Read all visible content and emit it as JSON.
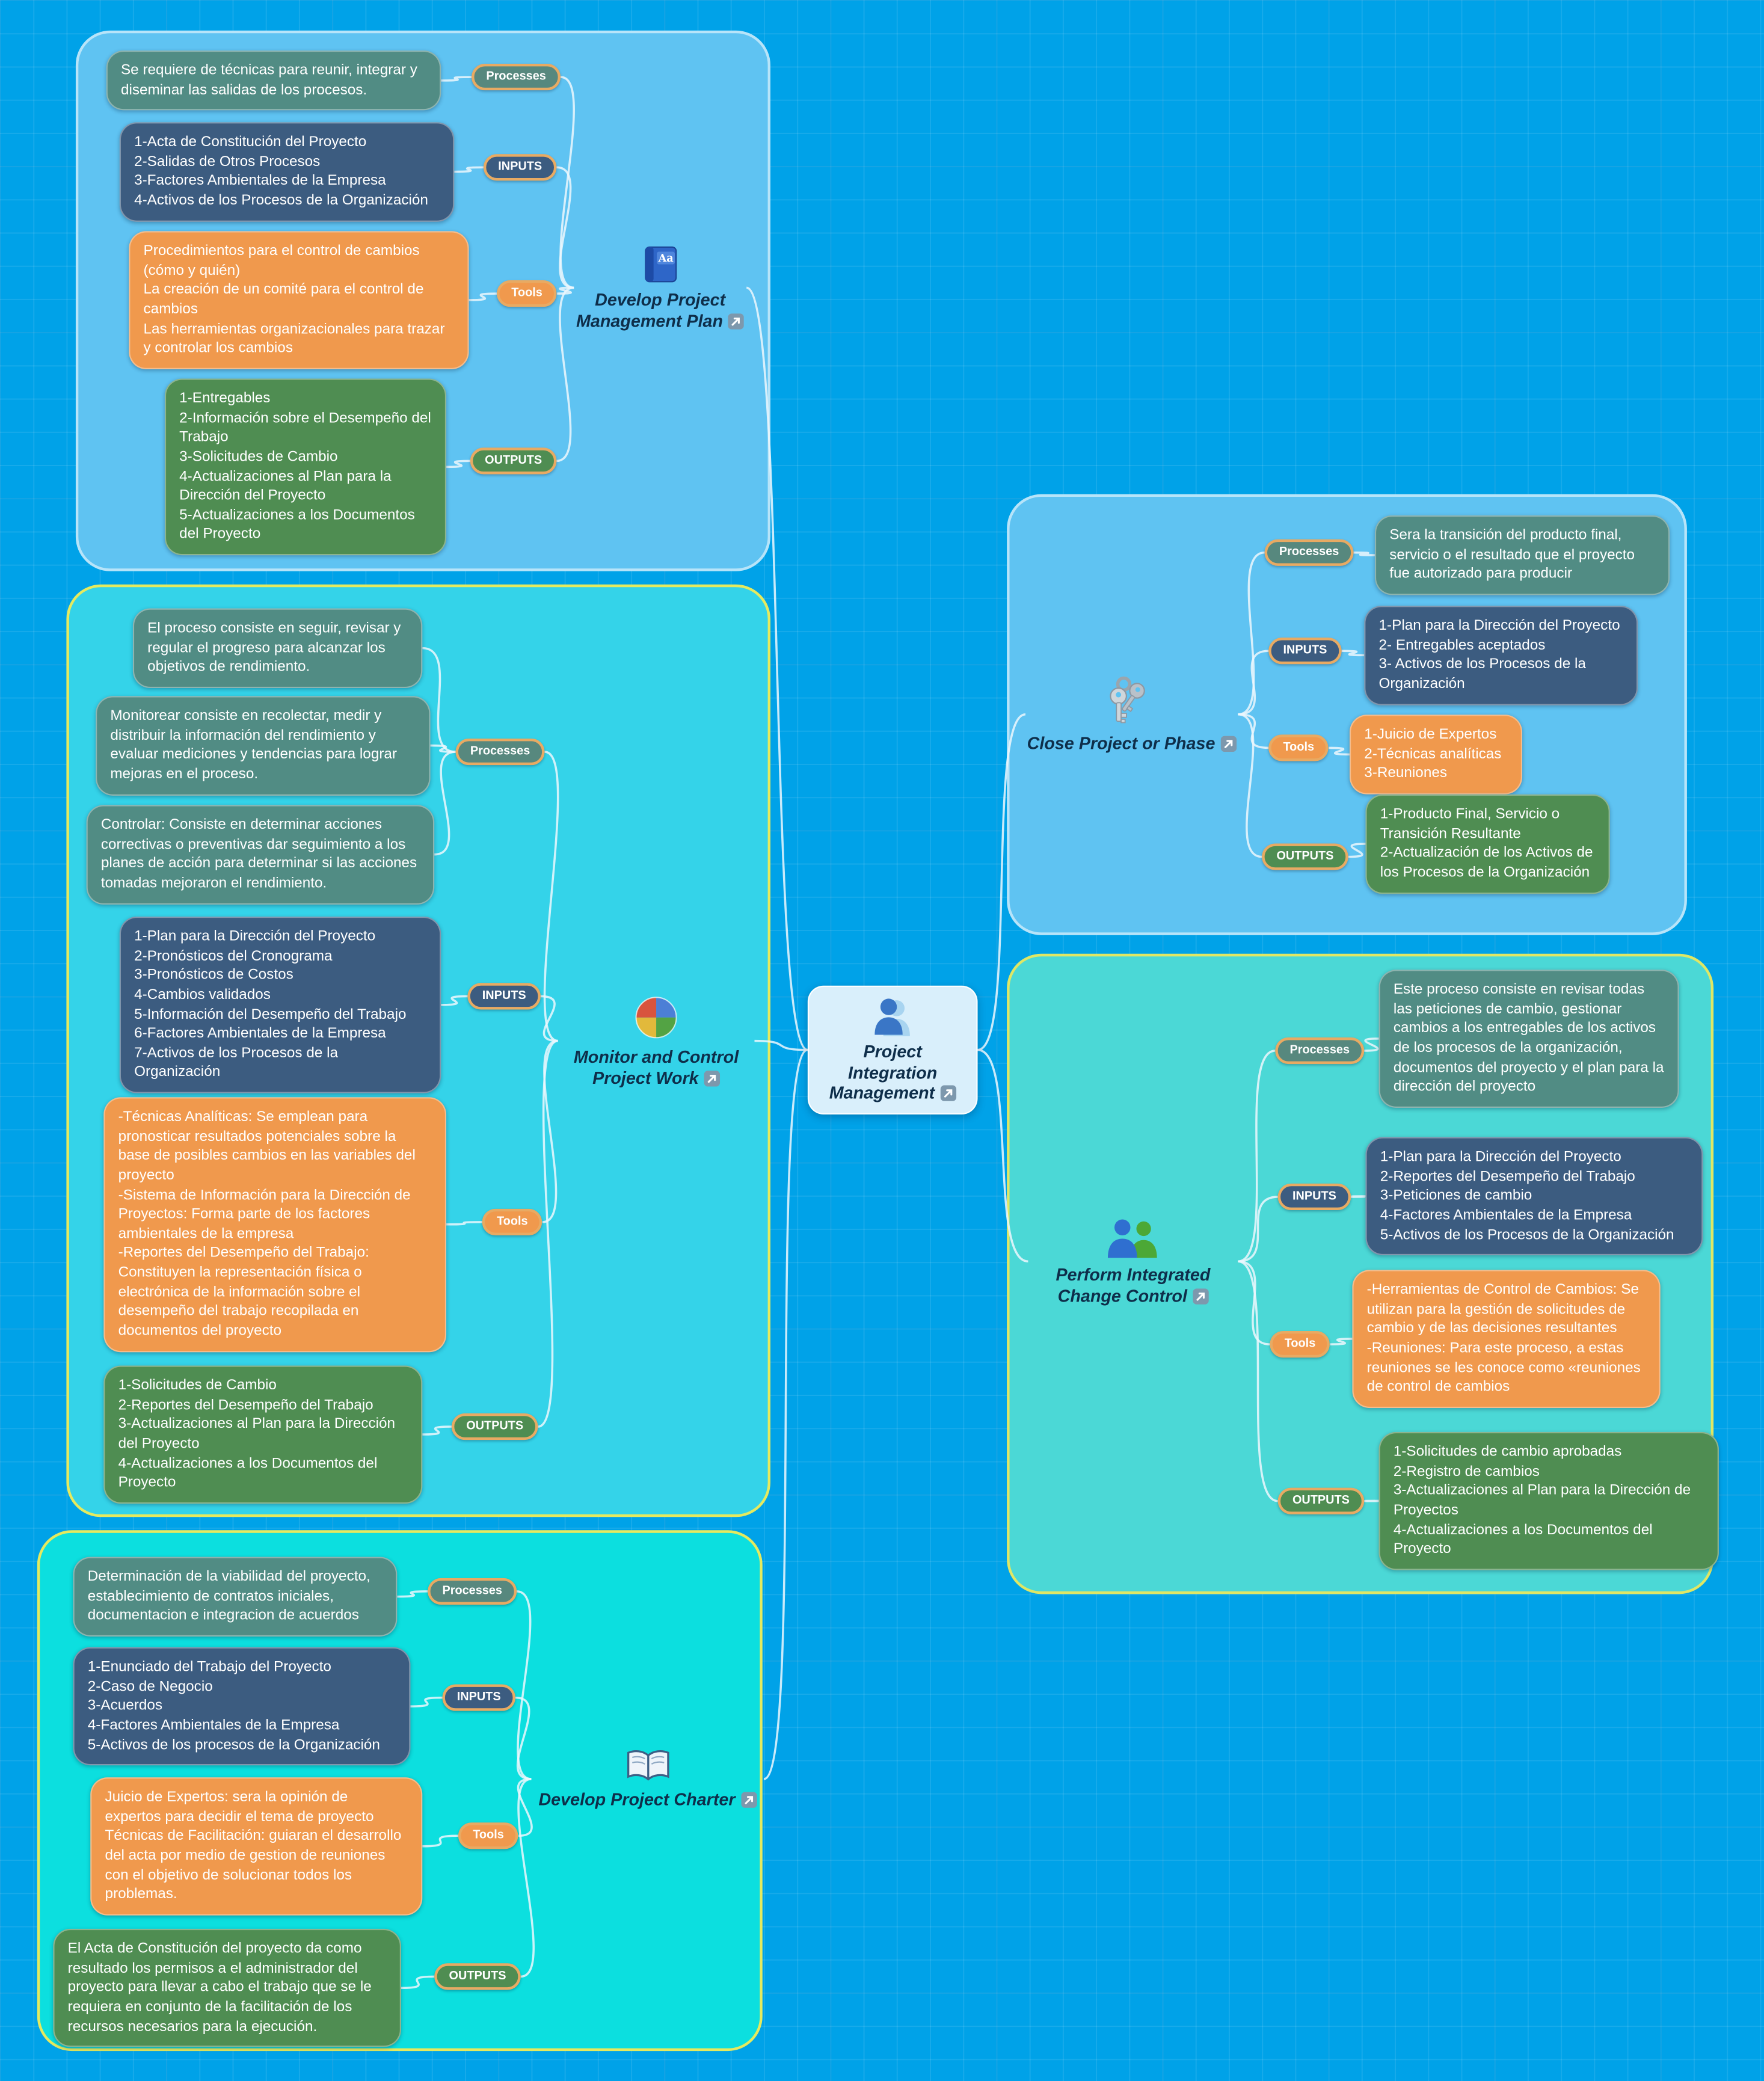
{
  "center": {
    "label": "Project Integration Management"
  },
  "pills": {
    "processes": "Processes",
    "inputs": "INPUTS",
    "tools": "Tools",
    "outputs": "OUTPUTS"
  },
  "branches": {
    "dpmp": {
      "label": "Develop Project Management Plan",
      "processes": "Se requiere de técnicas para reunir, integrar y diseminar las salidas de los procesos.",
      "inputs": "1-Acta de Constitución del Proyecto\n2-Salidas de Otros Procesos\n3-Factores Ambientales de la Empresa\n4-Activos de los Procesos de la Organización",
      "tools": "Procedimientos para el control de cambios (cómo y quién)\nLa creación de un comité para el control de cambios\nLas herramientas organizacionales para trazar y controlar los cambios",
      "outputs": "1-Entregables\n2-Información sobre el Desempeño del Trabajo\n3-Solicitudes de Cambio\n4-Actualizaciones al Plan para la Dirección del Proyecto\n5-Actualizaciones a los Documentos del Proyecto"
    },
    "mcpw": {
      "label": "Monitor and Control Project Work",
      "processes1": "El proceso consiste en seguir, revisar y regular el progreso para alcanzar los objetivos de rendimiento.",
      "processes2": "Monitorear consiste en recolectar, medir y distribuir la información del rendimiento y evaluar mediciones y tendencias para lograr mejoras en el proceso.",
      "processes3": "Controlar: Consiste en  determinar acciones correctivas o preventivas dar seguimiento a los planes de acción para determinar si las acciones tomadas mejoraron el rendimiento.",
      "inputs": "1-Plan para la Dirección del Proyecto\n2-Pronósticos del Cronograma\n3-Pronósticos de Costos\n4-Cambios validados\n5-Información del Desempeño del Trabajo\n6-Factores Ambientales de la Empresa\n7-Activos de los Procesos de la Organización",
      "tools": "-Técnicas Analíticas: Se emplean para pronosticar resultados potenciales sobre la base de posibles  cambios en las variables del proyecto\n-Sistema de Información para la Dirección de Proyectos: Forma parte de los factores ambientales de la empresa\n-Reportes del Desempeño del Trabajo: Constituyen la representación física o electrónica de la información sobre el desempeño del trabajo recopilada en documentos del proyecto",
      "outputs": "1-Solicitudes de Cambio\n2-Reportes del Desempeño del Trabajo\n3-Actualizaciones al Plan para la Dirección del Proyecto\n4-Actualizaciones a los Documentos del Proyecto"
    },
    "dpc": {
      "label": "Develop Project Charter",
      "processes": "Determinación de la viabilidad del proyecto, establecimiento de contratos iniciales, documentacion e integracion de acuerdos",
      "inputs": "1-Enunciado del Trabajo del Proyecto\n2-Caso de Negocio\n3-Acuerdos\n4-Factores Ambientales de la Empresa\n5-Activos de los procesos de la Organización",
      "tools": "Juicio de Expertos: sera la opinión de expertos para decidir el tema de proyecto\nTécnicas de Facilitación: guiaran el desarrollo del acta por medio de gestion de reuniones con el objetivo de solucionar todos los problemas.",
      "outputs": "El Acta de  Constitución del proyecto da como resultado los permisos a el administrador del proyecto para llevar a cabo el trabajo que se le requiera en conjunto de la facilitación de los recursos necesarios para la ejecución."
    },
    "cpp": {
      "label": "Close Project or Phase",
      "processes": "Sera la transición del producto final, servicio o el resultado  que el proyecto fue autorizado para producir",
      "inputs": "1-Plan para la Dirección del Proyecto\n2- Entregables aceptados\n3- Activos de los Procesos de la Organización",
      "tools": "1-Juicio de Expertos\n2-Técnicas analíticas\n3-Reuniones",
      "outputs": "1-Producto Final, Servicio o Transición Resultante\n2-Actualización de los Activos de los Procesos de la Organización"
    },
    "picc": {
      "label": "Perform Integrated Change Control",
      "processes": "Este proceso consiste en revisar todas las peticiones de cambio,  gestionar cambios a los entregables de los activos de los procesos de la organización, documentos del proyecto y el plan para la dirección del proyecto",
      "inputs": "1-Plan para la Dirección del Proyecto\n2-Reportes del Desempeño del Trabajo\n3-Peticiones de cambio\n4-Factores Ambientales de la Empresa\n5-Activos de los Procesos de la Organización",
      "tools": "-Herramientas de Control de Cambios: Se utilizan para la gestión de solicitudes de cambio y de las decisiones resultantes\n-Reuniones: Para este proceso, a estas reuniones se les conoce como «reuniones de control de cambios",
      "outputs": "1-Solicitudes de cambio aprobadas\n2-Registro de cambios\n3-Actualizaciones al Plan para la Dirección de Proyectos\n4-Actualizaciones a los Documentos del Proyecto"
    }
  },
  "colors": {
    "background": "#00a2e8",
    "panel_blue": "#5fc3f2",
    "panel_cyan": "#34d3e9",
    "panel_turquoise": "#0cdfdf",
    "panel_teal": "#4bd8d6",
    "panel_border_yellow": "#e5ea5f",
    "box_teal": "#518c84",
    "box_navy": "#3c5c80",
    "box_orange": "#f0994d",
    "box_green": "#4f8d52",
    "pill_border": "#e8aa63",
    "connector": "#ecf7fd",
    "label_text": "#0e2e4a"
  }
}
